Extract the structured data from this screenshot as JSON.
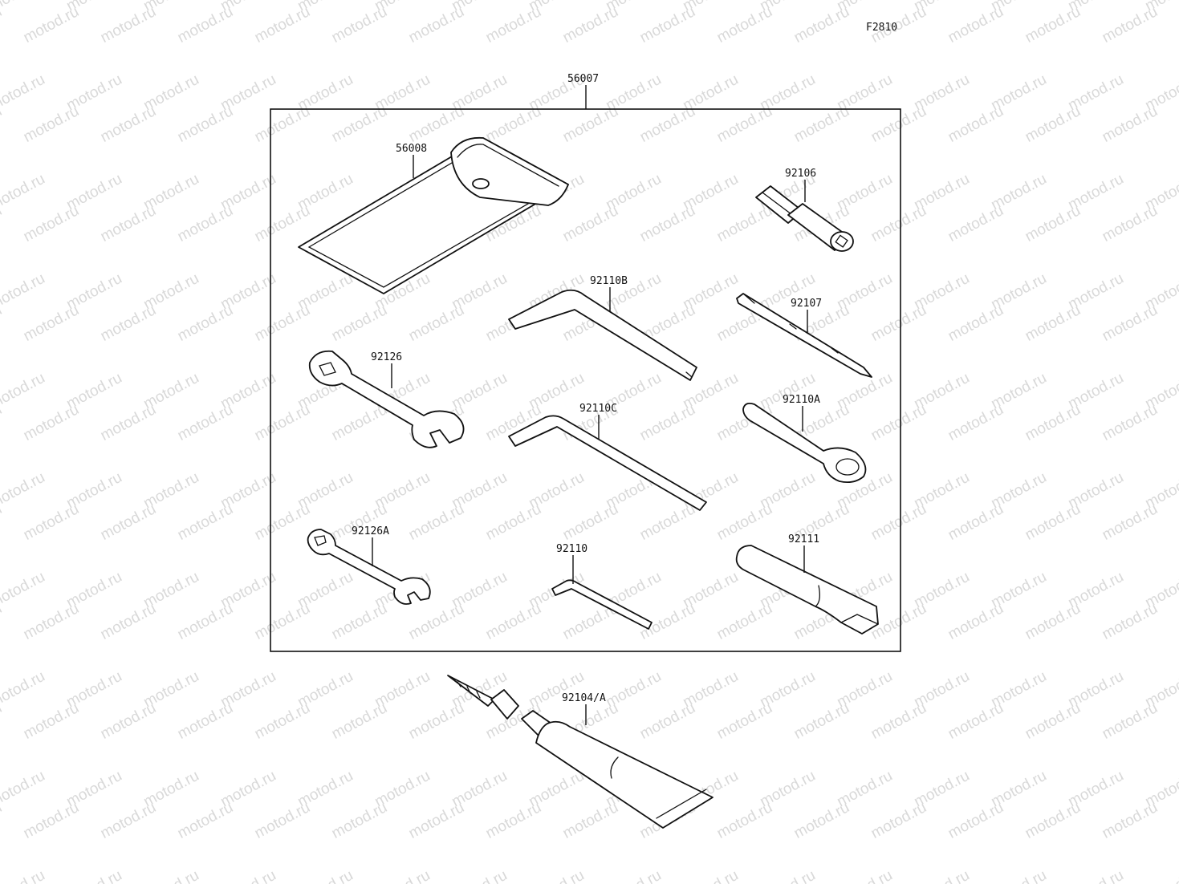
{
  "figure_code": "F2810",
  "watermark": "motod.ru",
  "labels": {
    "kit": "56007",
    "pouch": "56008",
    "socket": "92106",
    "wrench_b": "92110B",
    "screwdriver": "92107",
    "spanner_large": "92126",
    "wrench_c": "92110C",
    "ring_wrench": "92110A",
    "spanner_small": "92126A",
    "hex_key": "92110",
    "handle": "92111",
    "tube": "92104/A"
  }
}
